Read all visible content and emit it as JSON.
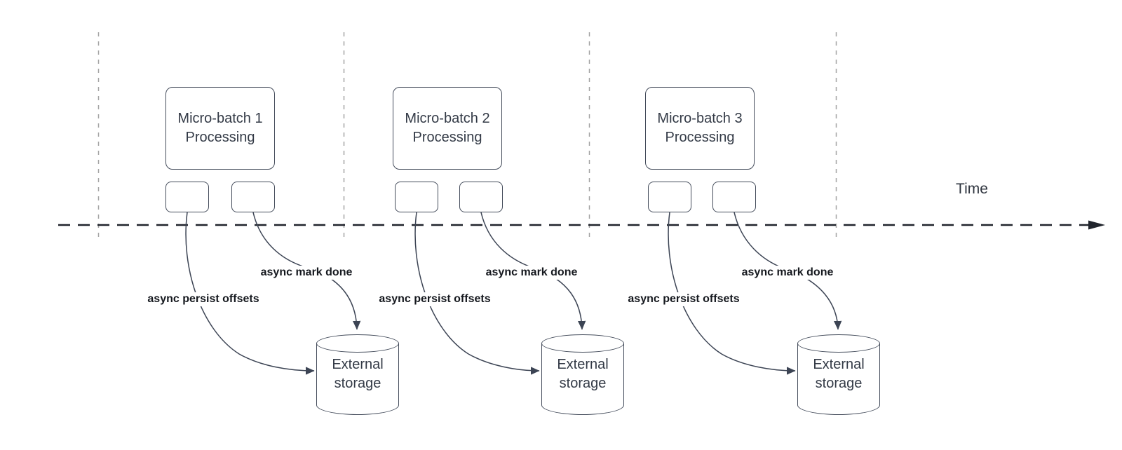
{
  "diagram": {
    "time_axis_label": "Time",
    "groups": [
      {
        "batch_title": "Micro-batch 1\nProcessing",
        "persist_label": "async persist offsets",
        "done_label": "async mark done",
        "storage_label": "External\nstorage"
      },
      {
        "batch_title": "Micro-batch 2\nProcessing",
        "persist_label": "async persist offsets",
        "done_label": "async mark done",
        "storage_label": "External\nstorage"
      },
      {
        "batch_title": "Micro-batch 3\nProcessing",
        "persist_label": "async persist offsets",
        "done_label": "async mark done",
        "storage_label": "External\nstorage"
      }
    ],
    "colors": {
      "shape_stroke": "#434b5a",
      "arrow_stroke": "#3c4454",
      "guide_line": "#a3a3a3",
      "time_axis": "#20242c",
      "box_text": "#333a46",
      "label_text": "#15181e"
    }
  }
}
